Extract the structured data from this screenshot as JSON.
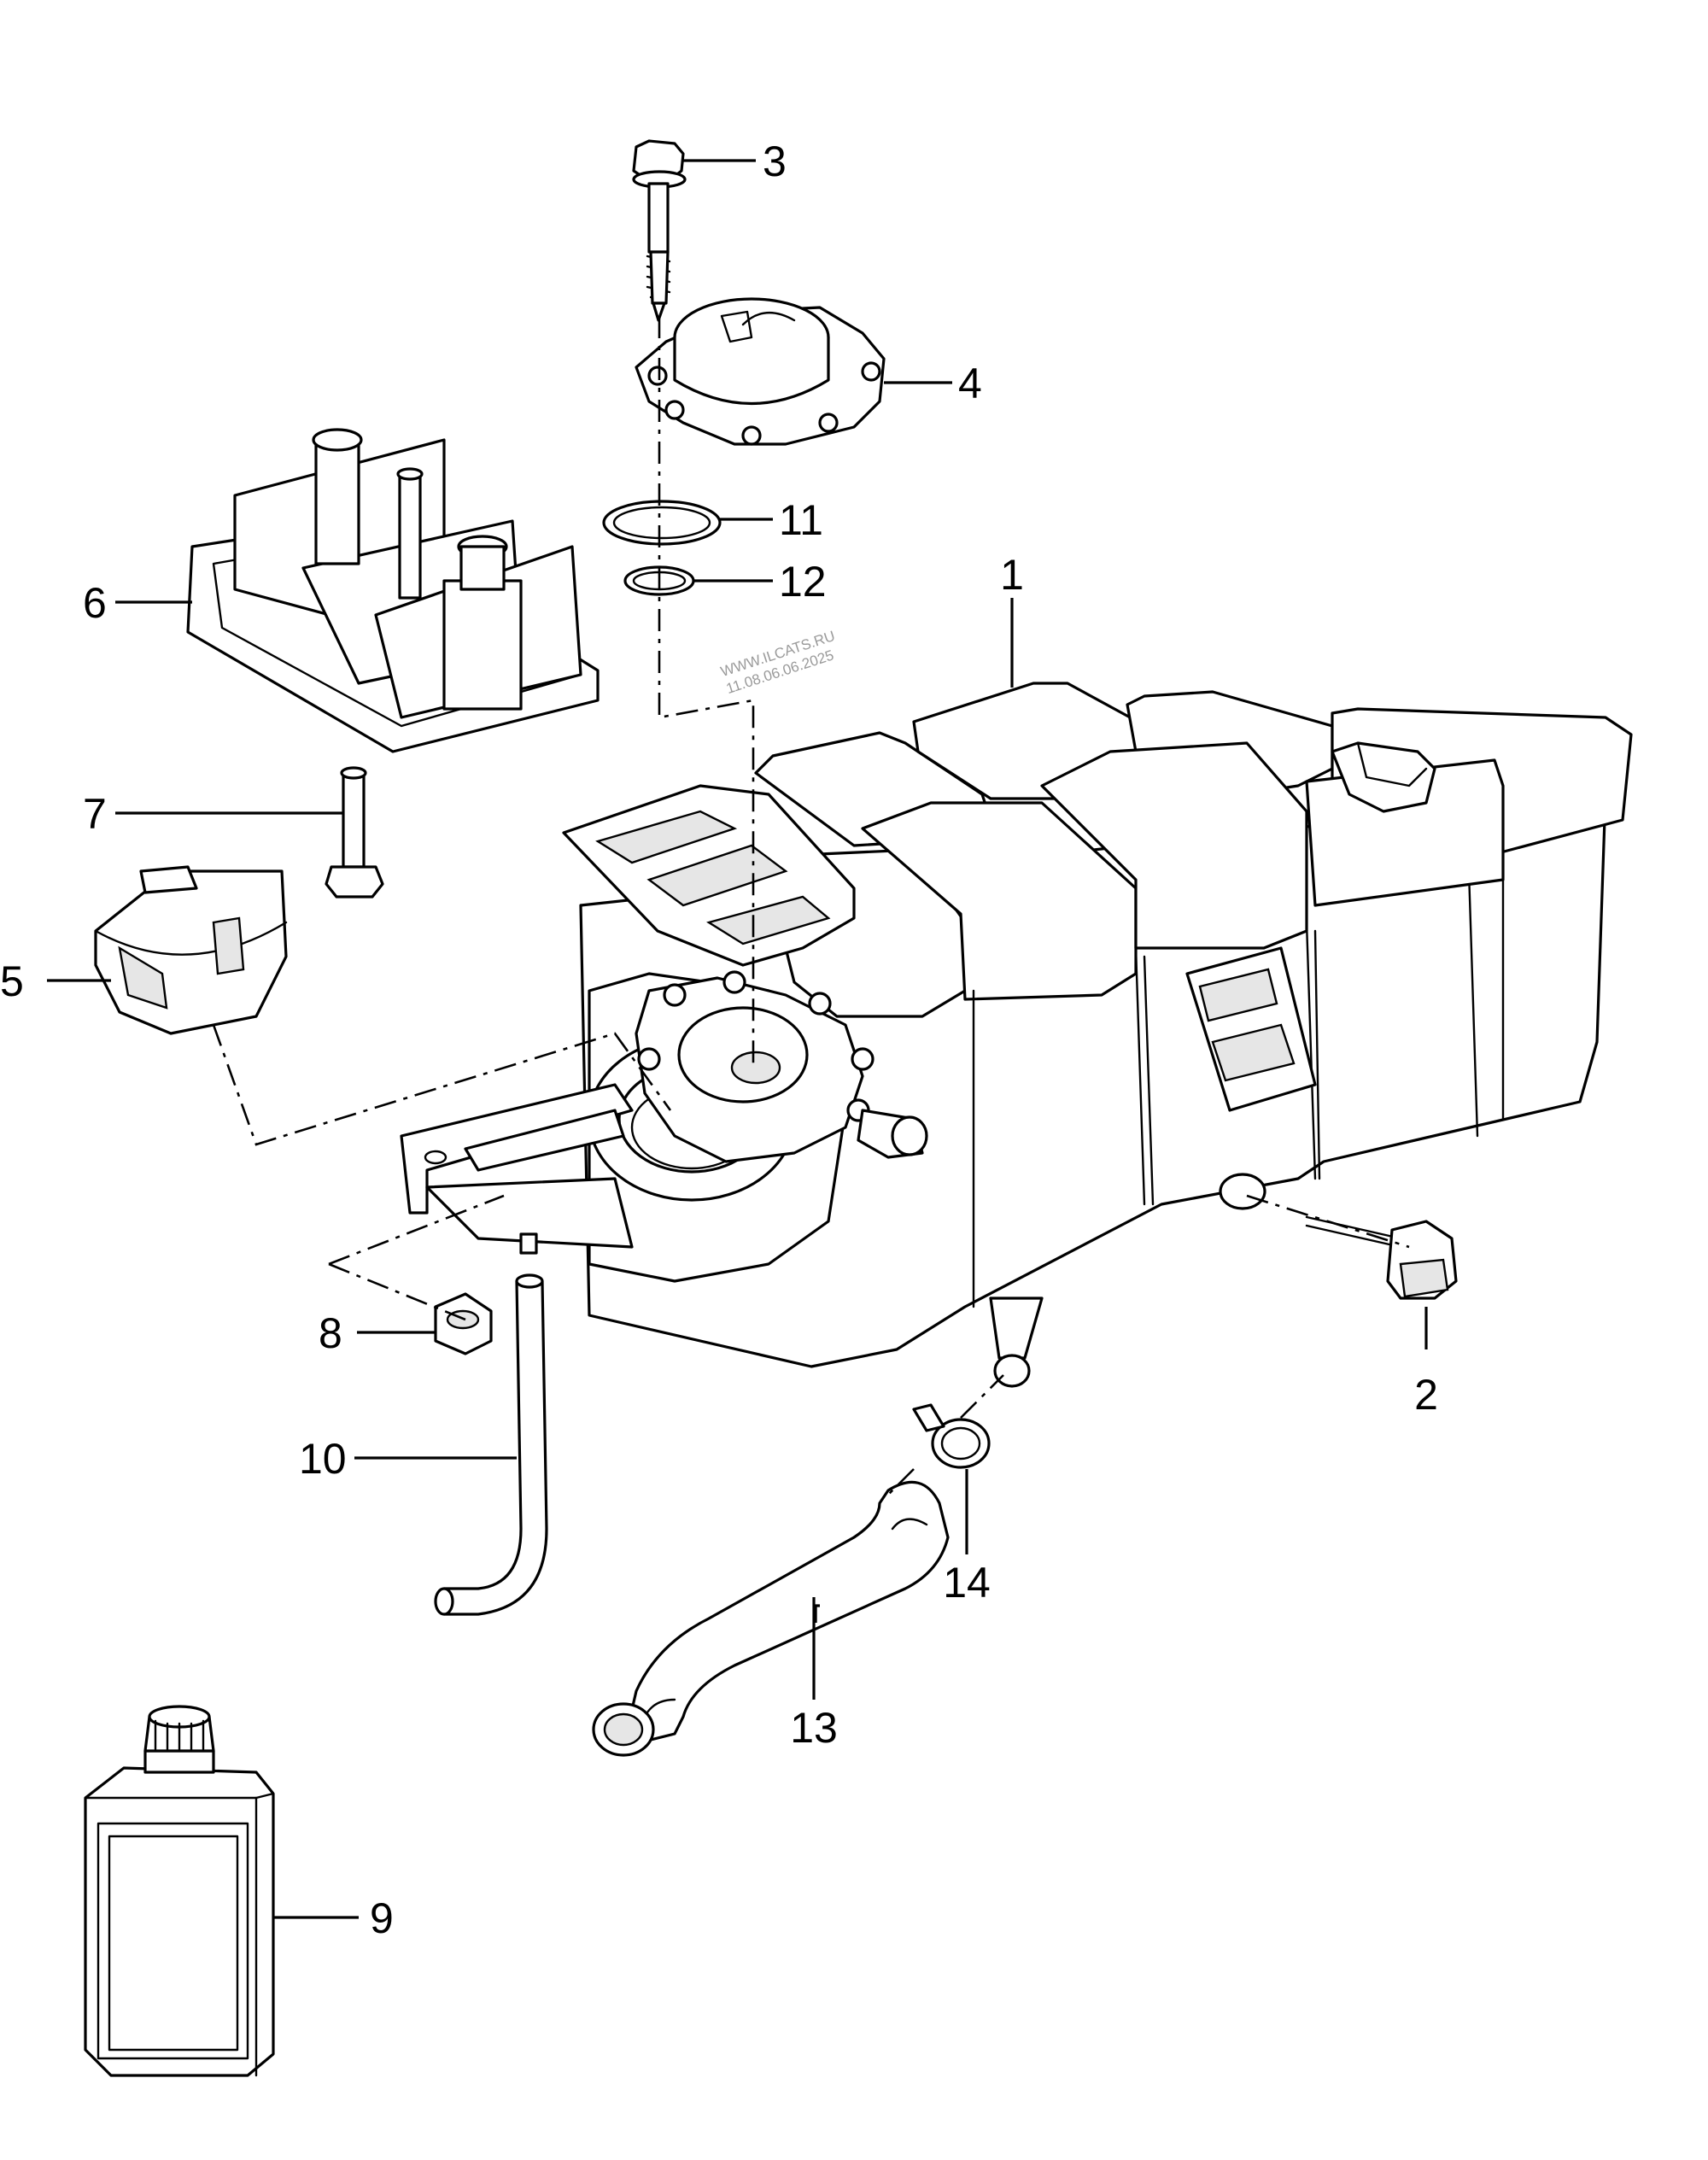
{
  "watermark": {
    "line1": "WWW.ILCATS.RU",
    "line2": "11.08.06.06.2025"
  },
  "callouts": [
    {
      "id": "1",
      "label": "1"
    },
    {
      "id": "2",
      "label": "2"
    },
    {
      "id": "3",
      "label": "3"
    },
    {
      "id": "4",
      "label": "4"
    },
    {
      "id": "5",
      "label": "5"
    },
    {
      "id": "6",
      "label": "6"
    },
    {
      "id": "7",
      "label": "7"
    },
    {
      "id": "8",
      "label": "8"
    },
    {
      "id": "9",
      "label": "9"
    },
    {
      "id": "10",
      "label": "10"
    },
    {
      "id": "11",
      "label": "11"
    },
    {
      "id": "12",
      "label": "12"
    },
    {
      "id": "13",
      "label": "13"
    },
    {
      "id": "14",
      "label": "14"
    }
  ]
}
